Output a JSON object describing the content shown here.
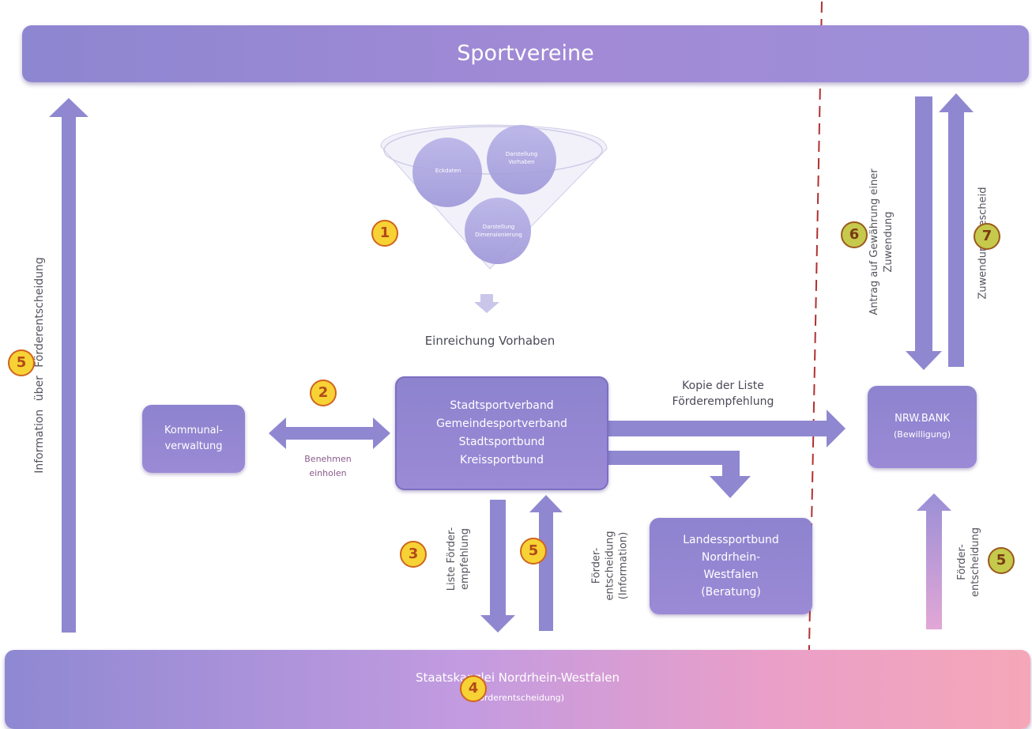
{
  "top_bar": {
    "label": "Sportvereine"
  },
  "bottom_bar": {
    "title": "Staatskanzlei Nordrhein-Westfalen",
    "subtitle": "(Förderentscheidung)"
  },
  "funnel": {
    "circles": [
      "Eckdaten",
      "Darstellung Vorhaben",
      "Darstellung Dimensionierung"
    ]
  },
  "labels": {
    "einreichung": "Einreichung Vorhaben",
    "kopie_line1": "Kopie der Liste",
    "kopie_line2": "Förderempfehlung",
    "benehmen_line1": "Benehmen",
    "benehmen_line2": "einholen",
    "info_left": "Information über Förderentscheidung",
    "liste_line1": "Liste Förder-",
    "liste_line2": "empfehlung",
    "foerder_info_line1": "Förder-",
    "foerder_info_line2": "entscheidung",
    "foerder_info_line3": "(Information)",
    "antrag_line1": "Antrag auf Gewährung einer",
    "antrag_line2": "Zuwendung",
    "zuwendungsbescheid": "Zuwendungsbescheid",
    "foerder_right_line1": "Förder-",
    "foerder_right_line2": "entscheidung"
  },
  "boxes": {
    "kommunal": [
      "Kommunal-",
      "verwaltung"
    ],
    "stadt": [
      "Stadtsportverband",
      "Gemeindesportverband",
      "Stadtsportbund",
      "Kreissportbund"
    ],
    "lsb": [
      "Landessportbund",
      "Nordrhein-",
      "Westfalen",
      "(Beratung)"
    ],
    "nrw": {
      "title": "NRW.BANK",
      "subtitle": "(Bewilligung)"
    }
  },
  "badges": {
    "b1": "1",
    "b2": "2",
    "b3": "3",
    "b4": "4",
    "b5_left": "5",
    "b5_mid": "5",
    "b5_right": "5",
    "b6": "6",
    "b7": "7"
  },
  "colors": {
    "arrow": "#8f88d0",
    "dash": "#b03030",
    "badge_yellow": "#f7d235",
    "badge_green": "#c5c94c"
  }
}
